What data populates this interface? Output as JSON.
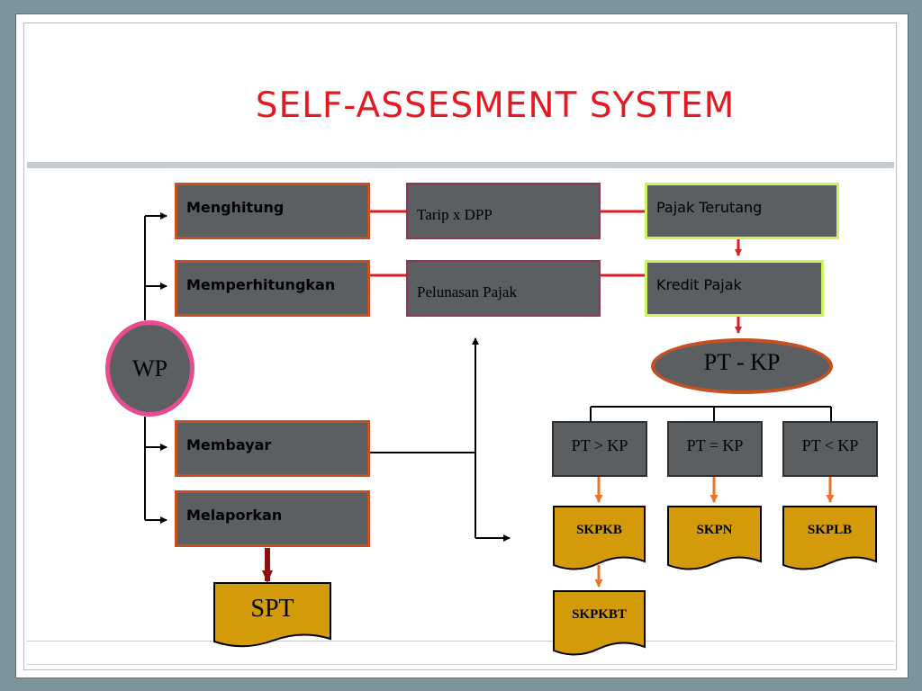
{
  "title": "SELF-ASSESMENT SYSTEM",
  "nodes": {
    "wp": "WP",
    "menghitung": "Menghitung",
    "memperhitungkan": "Memperhitungkan",
    "membayar": "Membayar",
    "melaporkan": "Melaporkan",
    "tarip_dpp": "Tarip x DPP",
    "pelunasan_pajak": "Pelunasan Pajak",
    "pajak_terutang": "Pajak Terutang",
    "kredit_pajak": "Kredit Pajak",
    "pt_kp": "PT - KP",
    "pt_gt_kp": "PT > KP",
    "pt_eq_kp": "PT = KP",
    "pt_lt_kp": "PT < KP",
    "skpkb": "SKPKB",
    "skpn": "SKPN",
    "skplb": "SKPLB",
    "skpkbt": "SKPKBT",
    "spt": "SPT"
  },
  "colors": {
    "title": "#e21b22",
    "box_fill": "#5c5f61",
    "document_fill": "#d39a0a",
    "wp_border": "#ea4a8f",
    "orange_border": "#c8501f",
    "green_border": "#ccf35a",
    "connector_red": "#e21b22",
    "connector_orange": "#e8742a",
    "spt_arrow": "#8b1010"
  }
}
